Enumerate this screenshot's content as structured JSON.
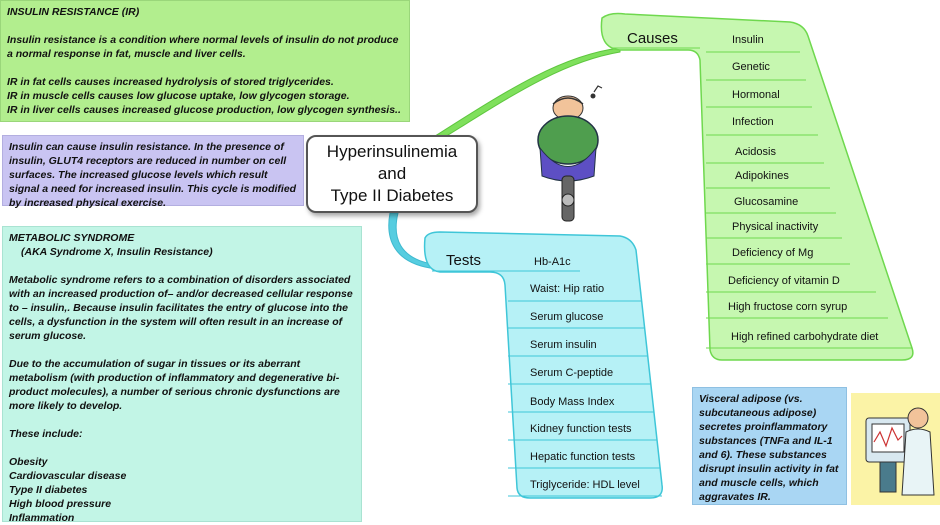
{
  "center": {
    "line1": "Hyperinsulinemia",
    "line2": "and",
    "line3": "Type II Diabetes"
  },
  "ir_note": {
    "title": "INSULIN RESISTANCE (IR)",
    "body": "Insulin resistance is a condition where normal levels of insulin do not produce a normal response in fat, muscle and liver cells.",
    "fat": "IR in fat cells causes increased hydrolysis of stored triglycerides.",
    "muscle": "IR in muscle cells causes low glucose uptake, low glycogen storage.",
    "liver": "IR in liver cells causes increased glucose production, low glycogen synthesis.."
  },
  "glut_note": {
    "body": "Insulin can cause insulin resistance.  In the presence of insulin, GLUT4 receptors are reduced in number on cell surfaces.  The increased glucose levels which result signal a need for increased insulin.  This cycle is modified by increased physical exercise."
  },
  "metabolic_note": {
    "title": "METABOLIC SYNDROME",
    "aka": "(AKA Syndrome X, Insulin Resistance)",
    "p1": "Metabolic syndrome refers to a combination of disorders associated with an increased production of– and/or decreased cellular response to – insulin,.  Because insulin facilitates the entry of glucose into the cells, a dysfunction in the system will often result in an increase of serum glucose.",
    "p2": "Due to the accumulation of sugar in tissues or its aberrant metabolism (with production of inflammatory and degenerative bi-product molecules), a number of serious chronic dysfunctions are more likely to develop.",
    "p3": "These include:",
    "list": [
      "Obesity",
      "Cardiovascular disease",
      "Type II diabetes",
      "High blood pressure",
      "Inflammation"
    ]
  },
  "visceral_note": {
    "body": "Visceral adipose (vs. subcutaneous adipose) secretes proinflammatory substances (TNFa and IL-1 and 6).  These substances disrupt insulin activity in fat and muscle cells, which aggravates IR."
  },
  "causes": {
    "label": "Causes",
    "items": [
      "Insulin",
      "Genetic",
      "Hormonal",
      "Infection",
      "Acidosis",
      "Adipokines",
      "Glucosamine",
      "Physical inactivity",
      "Deficiency of Mg",
      "Deficiency of vitamin D",
      "High fructose corn syrup",
      "High refined carbohydrate diet"
    ]
  },
  "tests": {
    "label": "Tests",
    "items": [
      "Hb-A1c",
      "Waist: Hip ratio",
      "Serum glucose",
      "Serum insulin",
      "Serum C-peptide",
      "Body Mass Index",
      "Kidney function tests",
      "Hepatic function tests",
      "Triglyceride: HDL level"
    ]
  },
  "colors": {
    "causes_fill": "#c6f7b0",
    "causes_stroke": "#6fd84e",
    "tests_fill": "#b6f1f6",
    "tests_stroke": "#3fc6d8",
    "ir_note_bg": "#b2ee8e",
    "glut_note_bg": "#c9c4f2",
    "metabolic_note_bg": "#c2f5e6",
    "visceral_note_bg": "#a9d6f3"
  }
}
